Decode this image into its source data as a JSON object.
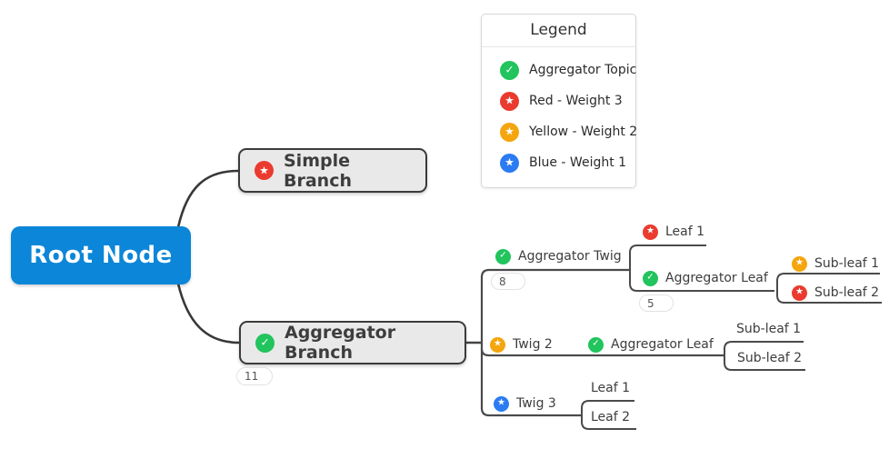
{
  "icons": {
    "star": "★",
    "check": "✓"
  },
  "colors": {
    "root_blue": "#0b86d8",
    "red": "#ea3b2e",
    "green": "#21c45d",
    "yellow": "#f5a50d",
    "blue": "#2b7bf3",
    "branch_bg": "#e9e9e9",
    "branch_border": "#3b3b3b",
    "line": "#4a4a4a"
  },
  "root": {
    "label": "Root Node"
  },
  "branches": {
    "simple": {
      "label": "Simple Branch"
    },
    "aggregator": {
      "label": "Aggregator Branch",
      "badge": "11"
    }
  },
  "twigs": {
    "aggregator_twig": {
      "label": "Aggregator Twig",
      "badge": "8"
    },
    "twig2": {
      "label": "Twig 2"
    },
    "twig3": {
      "label": "Twig 3"
    }
  },
  "leaves": {
    "top_leaf1": {
      "label": "Leaf 1"
    },
    "top_aggregator_leaf": {
      "label": "Aggregator Leaf",
      "badge": "5"
    },
    "top_subleaf1": {
      "label": "Sub-leaf 1"
    },
    "top_subleaf2": {
      "label": "Sub-leaf 2"
    },
    "mid_aggregator_leaf": {
      "label": "Aggregator Leaf"
    },
    "mid_subleaf1": {
      "label": "Sub-leaf 1"
    },
    "mid_subleaf2": {
      "label": "Sub-leaf 2"
    },
    "bottom_leaf1": {
      "label": "Leaf 1"
    },
    "bottom_leaf2": {
      "label": "Leaf 2"
    }
  },
  "legend": {
    "title": "Legend",
    "items": [
      {
        "icon": "green-check-icon",
        "label": "Aggregator Topic"
      },
      {
        "icon": "red-star-icon",
        "label": "Red - Weight 3"
      },
      {
        "icon": "yellow-star-icon",
        "label": "Yellow - Weight 2"
      },
      {
        "icon": "blue-star-icon",
        "label": "Blue - Weight 1"
      }
    ]
  }
}
